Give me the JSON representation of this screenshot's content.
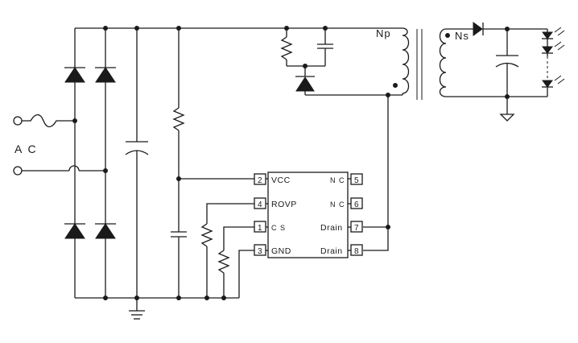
{
  "ac_label": "A C",
  "primary_winding_label": "Np",
  "secondary_winding_label": "Ns",
  "ic_pins": [
    {
      "number": "2",
      "name": "VCC"
    },
    {
      "number": "4",
      "name": "ROVP"
    },
    {
      "number": "1",
      "name": "C S"
    },
    {
      "number": "3",
      "name": "GND"
    },
    {
      "number": "5",
      "name": "N C"
    },
    {
      "number": "6",
      "name": "N C"
    },
    {
      "number": "7",
      "name": "Drain"
    },
    {
      "number": "8",
      "name": "Drain"
    }
  ],
  "led_count": 3
}
